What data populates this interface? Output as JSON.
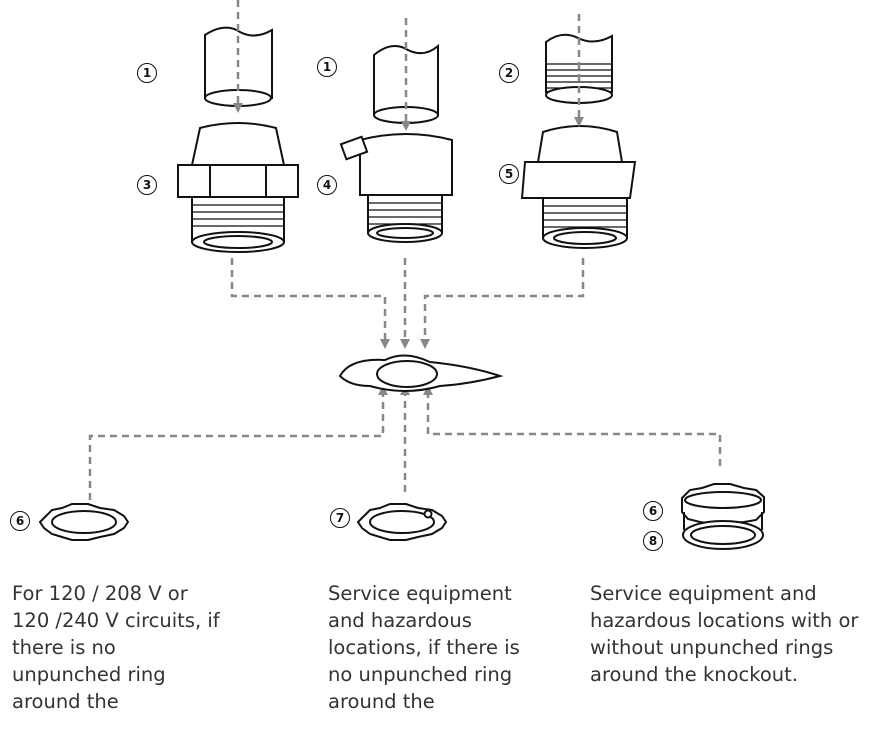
{
  "markers": {
    "m1a": "1",
    "m1b": "1",
    "m2": "2",
    "m3": "3",
    "m4": "4",
    "m5": "5",
    "m6a": "6",
    "m6b": "6",
    "m7": "7",
    "m8": "8"
  },
  "captions": {
    "left": "For 120 / 208 V or 120 /240 V circuits, if there is no unpunched ring around the",
    "middle": "Service equipment and hazardous locations, if there is no unpunched ring around the",
    "right": "Service equipment and hazardous locations with or without unpunched rings around the knockout."
  },
  "colors": {
    "connector": "#888888",
    "line": "#111111",
    "text": "#333333"
  }
}
